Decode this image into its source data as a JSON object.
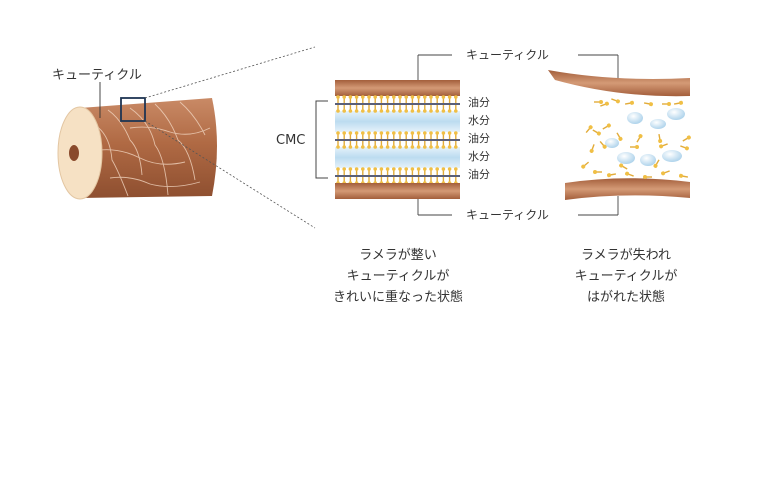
{
  "hair_label": "キューティクル",
  "top_label": "キューティクル",
  "bottom_label": "キューティクル",
  "cmc_label": "CMC",
  "layers": [
    "油分",
    "水分",
    "油分",
    "水分",
    "油分"
  ],
  "caption_left": [
    "ラメラが整い",
    "キューティクルが",
    "きれいに重なった状態"
  ],
  "caption_right": [
    "ラメラが失われ",
    "キューティクルが",
    "はがれた状態"
  ],
  "colors": {
    "cuticle_brown": "#c7835f",
    "lipid_yellow": "#e9b640",
    "water_blue": "#cfe6f3",
    "hair_core": "#f6e1c4"
  }
}
